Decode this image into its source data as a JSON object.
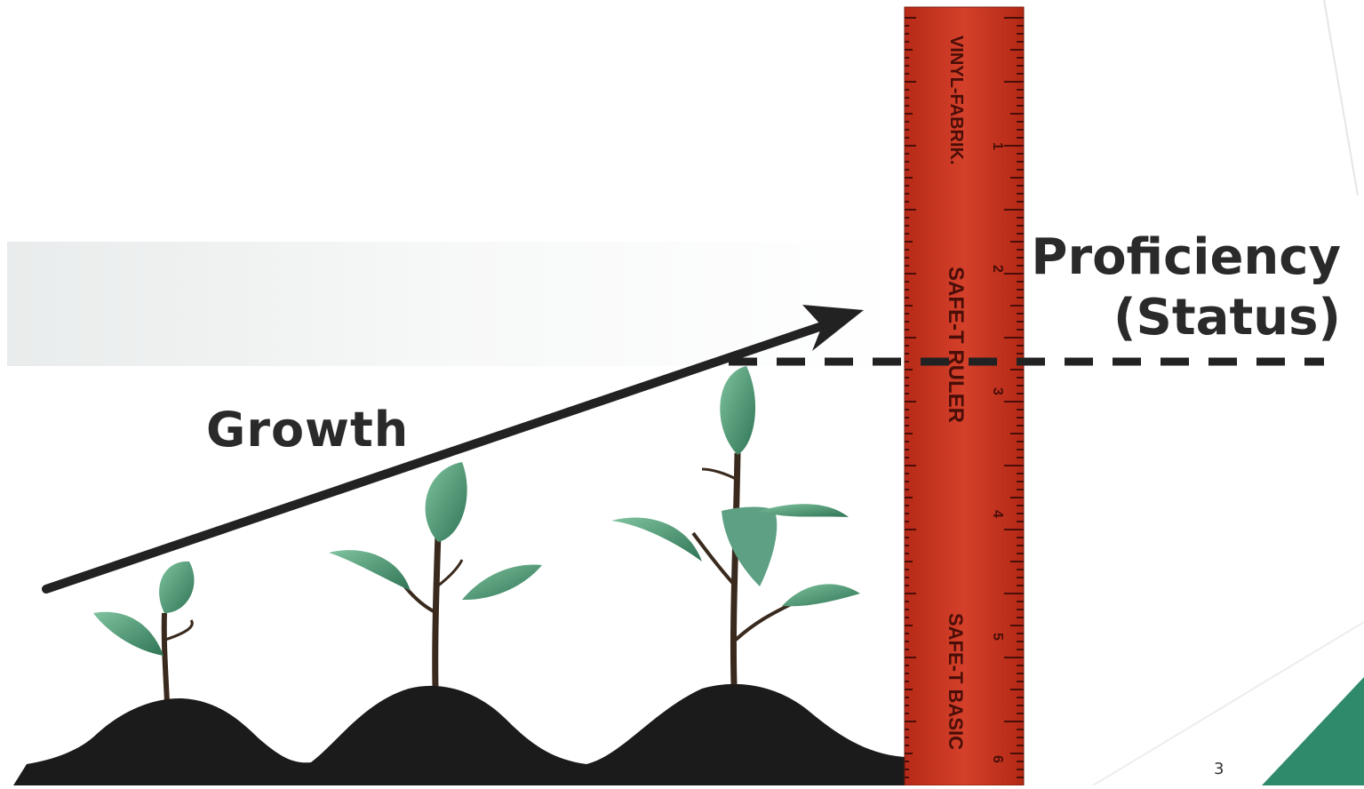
{
  "slide": {
    "growth_label": "Growth",
    "proficiency_label_line1": "Proficiency",
    "proficiency_label_line2": "(Status)",
    "slide_number": "3"
  },
  "ruler": {
    "brand_top": "VINYL-FABRIK.",
    "brand_middle": "SAFE-T RULER",
    "brand_bottom": "SAFE-T BASIC",
    "inch_numbers": [
      "1",
      "2",
      "3",
      "4",
      "5",
      "6"
    ]
  },
  "colors": {
    "ruler": "#c8321d",
    "leaf": "#4f9f78",
    "soil": "#1b1b1b",
    "arrow": "#222222",
    "accent": "#2e8a6a"
  }
}
